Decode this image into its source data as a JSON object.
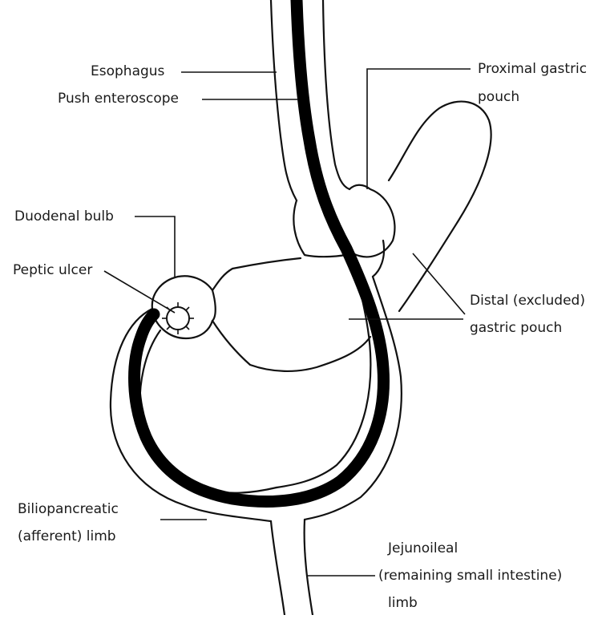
{
  "labels": {
    "esophagus": "Esophagus",
    "push_enteroscope": "Push enteroscope",
    "duodenal_bulb": "Duodenal bulb",
    "peptic_ulcer": "Peptic ulcer",
    "proximal_pouch_1": "Proximal gastric",
    "proximal_pouch_2": "pouch",
    "distal_pouch_1": "Distal  (excluded)",
    "distal_pouch_2": "gastric pouch",
    "biliopancreatic_1": "Biliopancreatic",
    "biliopancreatic_2": "(afferent) limb",
    "jejunoileal_1": "Jejunoileal",
    "jejunoileal_2": "(remaining small intestine)",
    "jejunoileal_3": "limb"
  }
}
